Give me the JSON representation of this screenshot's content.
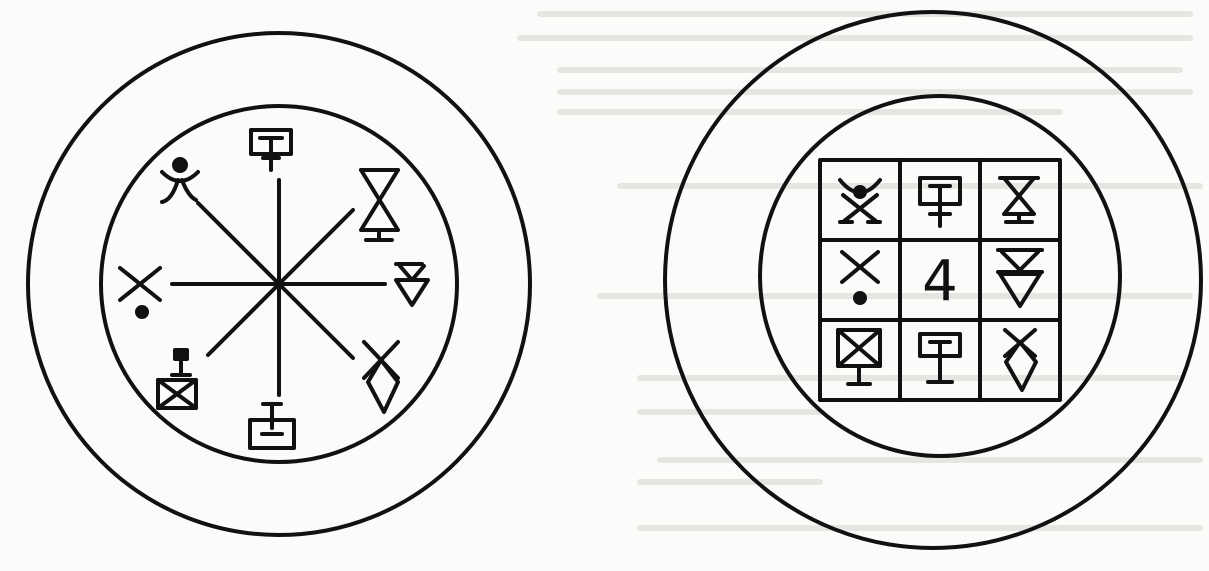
{
  "colors": {
    "ink": "#111111",
    "paper": "#fbfbf9",
    "bleed_through": "#d9d9d5"
  },
  "left_seal": {
    "description_icon_names": [
      "top-sigil-icon",
      "upper-right-hourglass-sigil-icon",
      "right-triangles-sigil-icon",
      "lower-right-diamond-sigil-icon",
      "bottom-sigil-icon",
      "lower-left-box-sigil-icon",
      "left-cross-dot-sigil-icon",
      "upper-left-horned-sigil-icon"
    ]
  },
  "right_seal": {
    "grid_rows": 3,
    "grid_cols": 3,
    "center_symbol": "4",
    "cell_icon_names": [
      "horned-sigil-icon",
      "box-stem-sigil-icon",
      "hourglass-sigil-icon",
      "cross-dot-sigil-icon",
      "four-glyph",
      "double-triangle-sigil-icon",
      "crossed-box-sigil-icon",
      "box-stem-sigil-icon",
      "diamond-sigil-icon"
    ]
  }
}
